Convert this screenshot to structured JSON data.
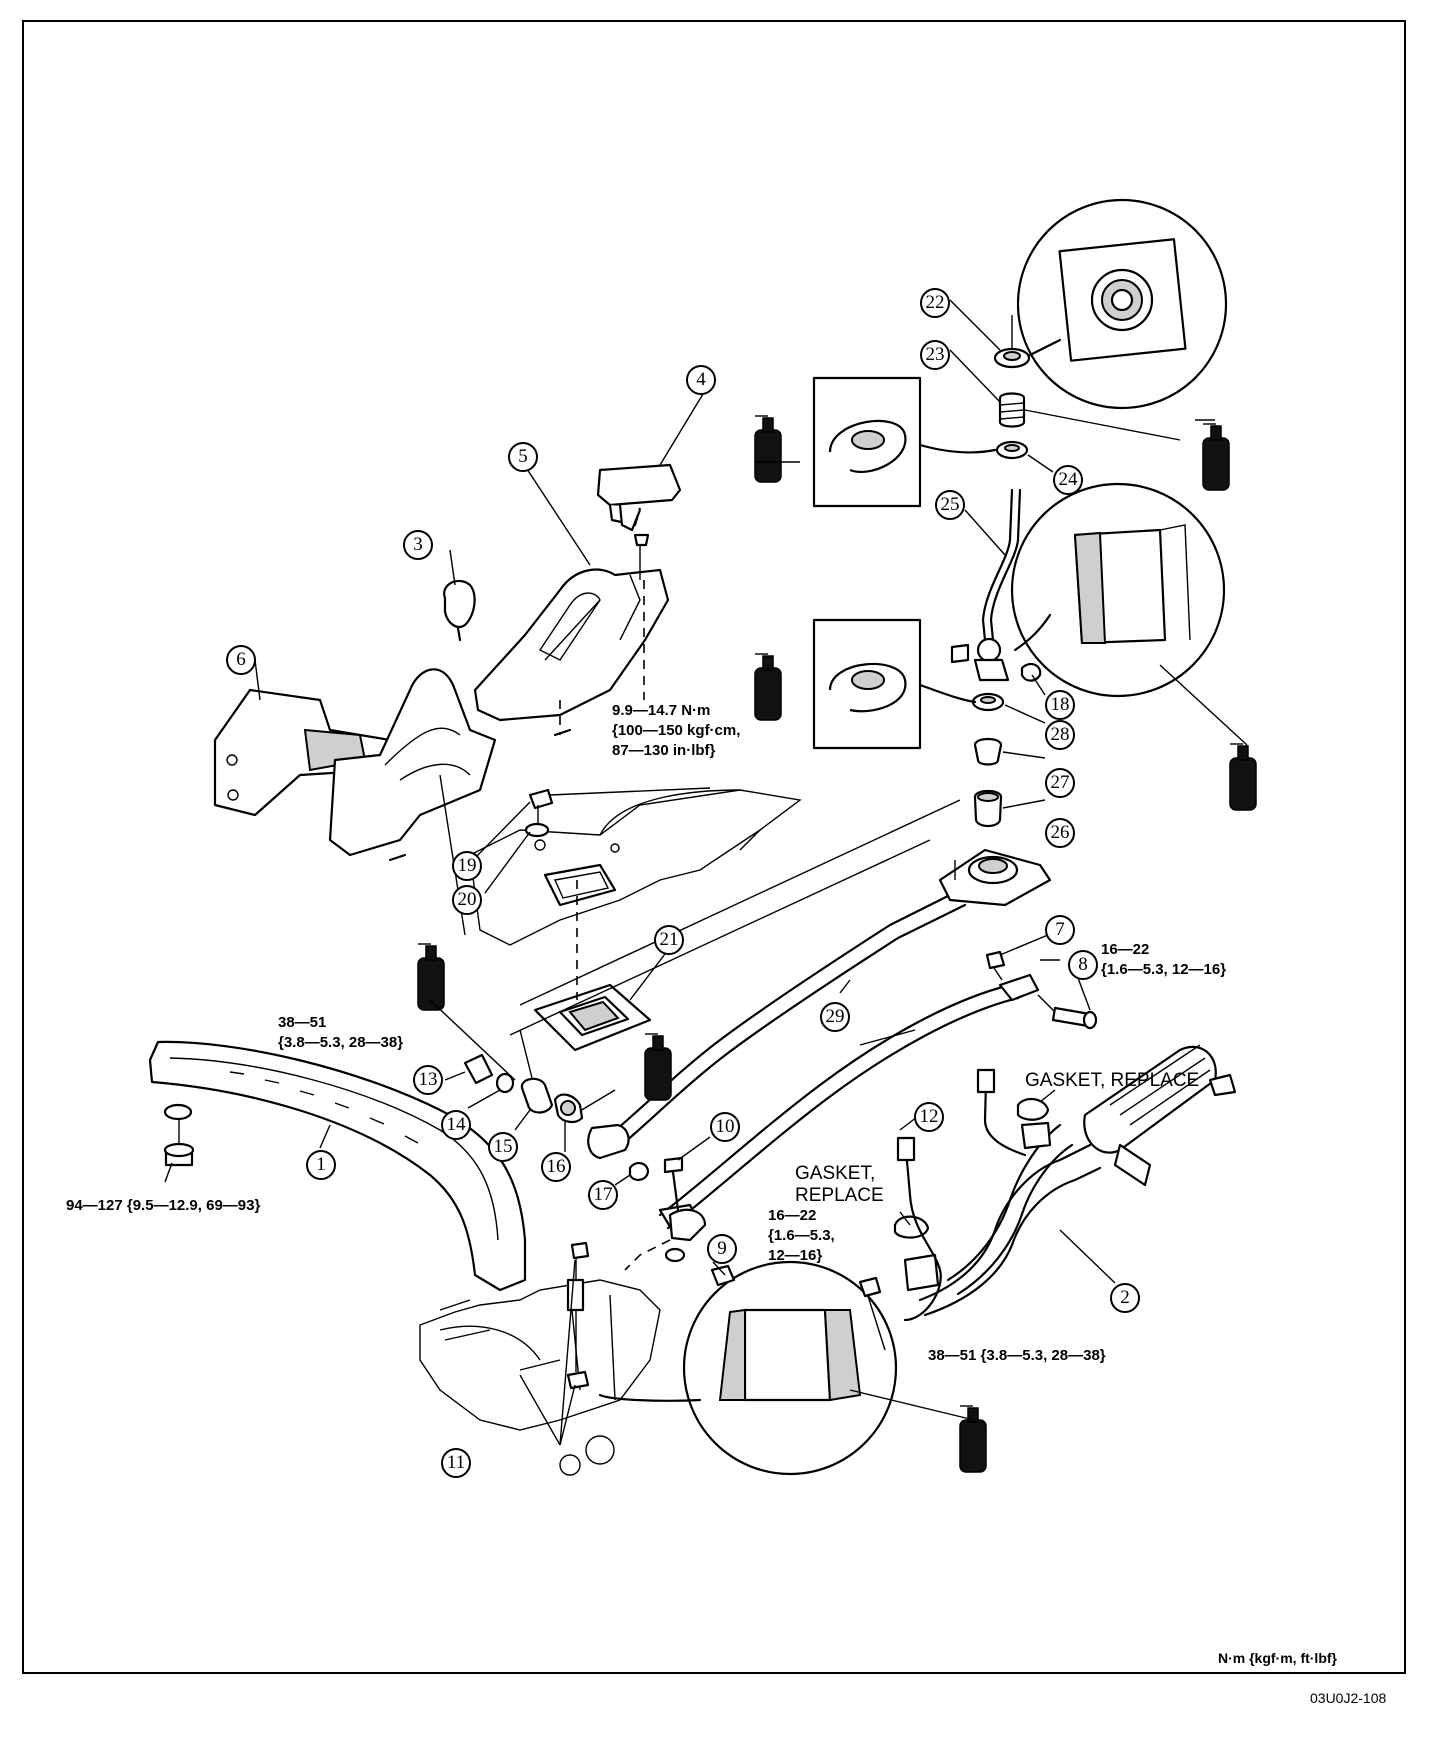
{
  "callouts": [
    {
      "label": "1"
    },
    {
      "label": "2"
    },
    {
      "label": "3"
    },
    {
      "label": "4"
    },
    {
      "label": "5"
    },
    {
      "label": "6"
    },
    {
      "label": "7"
    },
    {
      "label": "8"
    },
    {
      "label": "9"
    },
    {
      "label": "10"
    },
    {
      "label": "11"
    },
    {
      "label": "12"
    },
    {
      "label": "13"
    },
    {
      "label": "14"
    },
    {
      "label": "15"
    },
    {
      "label": "16"
    },
    {
      "label": "17"
    },
    {
      "label": "18"
    },
    {
      "label": "19"
    },
    {
      "label": "20"
    },
    {
      "label": "21"
    },
    {
      "label": "22"
    },
    {
      "label": "23"
    },
    {
      "label": "24"
    },
    {
      "label": "25"
    },
    {
      "label": "26"
    },
    {
      "label": "27"
    },
    {
      "label": "28"
    },
    {
      "label": "29"
    }
  ],
  "torque_specs": {
    "bolt_8": "16—22\n{1.6—5.3, 12—16}",
    "bracket_19_20": "9.9—14.7 N·m\n{100—150 kgf·cm,\n87—130 in·lbf}",
    "nut_13": "38—51\n{3.8—5.3, 28—38}",
    "bolt_1": "94—127 {9.5—12.9, 69—93}",
    "nut_9": "16—22\n{1.6—5.3,\n12—16}",
    "nut_exhaust": "38—51 {3.8—5.3, 28—38}"
  },
  "notes": {
    "gasket_upper": "GASKET, REPLACE",
    "gasket_lower": "GASKET,\nREPLACE"
  },
  "footer": {
    "units": "N·m {kgf·m, ft·lbf}",
    "figure_code": "03U0J2-108"
  },
  "icons": {
    "grease": "grease-can-icon",
    "grease_label": "GREASE"
  }
}
